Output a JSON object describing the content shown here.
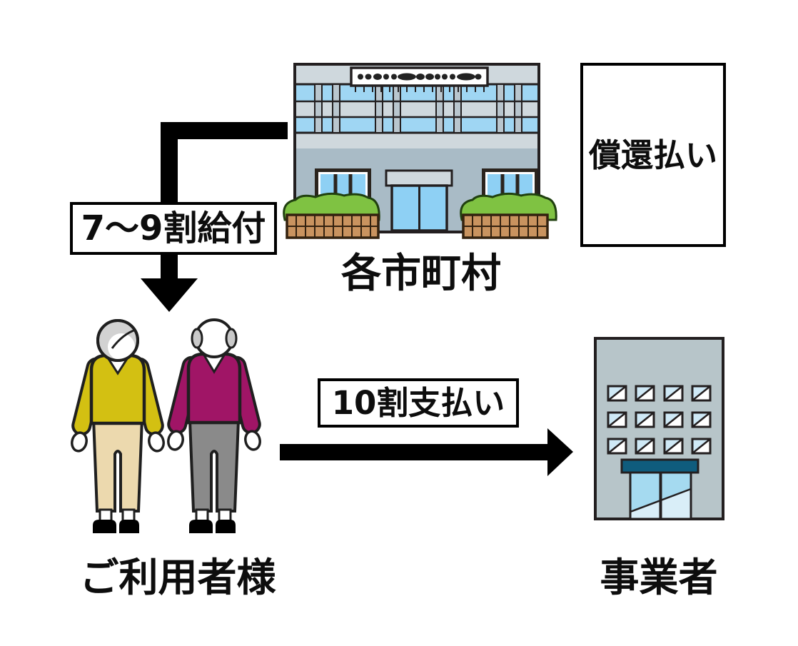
{
  "nodes": {
    "municipality": {
      "label": "各市町村"
    },
    "users": {
      "label": "ご利用者様"
    },
    "provider": {
      "label": "事業者"
    }
  },
  "annotations": {
    "reimbursement": {
      "label": "償還払い"
    }
  },
  "flows": {
    "benefit": {
      "from": "各市町村",
      "to": "ご利用者様",
      "label": "7〜9割給付"
    },
    "payment": {
      "from": "ご利用者様",
      "to": "事業者",
      "label": "10割支払い"
    }
  },
  "colors": {
    "arrow_black": "#000000",
    "label_box_bg": "#ffffff",
    "label_box_border": "#000000",
    "municipality_wall_upper": "#cfd8dd",
    "municipality_wall_lower": "#a9bbc6",
    "municipality_window_blue": "#9fd6f3",
    "door_glass_blue": "#8ed0f4",
    "bush_green": "#7fc242",
    "planter_brick": "#c9935f",
    "provider_wall": "#b7c5c9",
    "provider_window_blue": "#cfe9f6",
    "provider_awning": "#0f5c7d",
    "sweater_yellow": "#d3c012",
    "sweater_magenta": "#a01566",
    "pants_beige": "#ecd9ae",
    "pants_gray": "#8a8a8a",
    "hair_gray": "#d2d2d2",
    "outline": "#1f1f1f"
  }
}
